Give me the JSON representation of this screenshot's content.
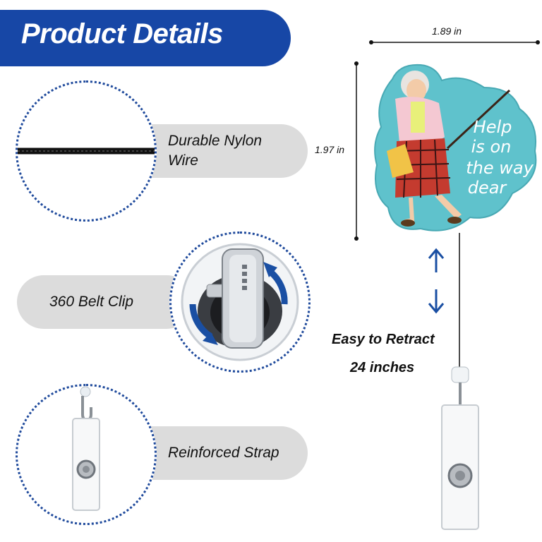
{
  "banner": {
    "title": "Product Details"
  },
  "features": [
    {
      "label_line1": "Durable Nylon",
      "label_line2": "Wire"
    },
    {
      "label_line1": "360 Belt Clip"
    },
    {
      "label_line1": "Reinforced Strap"
    }
  ],
  "dimensions": {
    "width": "1.89 in",
    "height": "1.97 in"
  },
  "badge": {
    "text_lines": [
      "Help",
      "is on",
      "the way",
      "dear"
    ]
  },
  "retract": {
    "line1": "Easy to Retract",
    "line2": "24 inches"
  },
  "colors": {
    "accent": "#1747a6",
    "dotted": "#1f4a9c",
    "pill": "#dcdcdc",
    "badge": "#5fc2cc",
    "arrow": "#1a4fa3"
  },
  "icons": [
    "nylon-wire-icon",
    "belt-clip-icon",
    "rotate-arrow-icon",
    "strap-clip-icon",
    "badge-figure-icon",
    "up-arrow-icon",
    "down-arrow-icon"
  ]
}
